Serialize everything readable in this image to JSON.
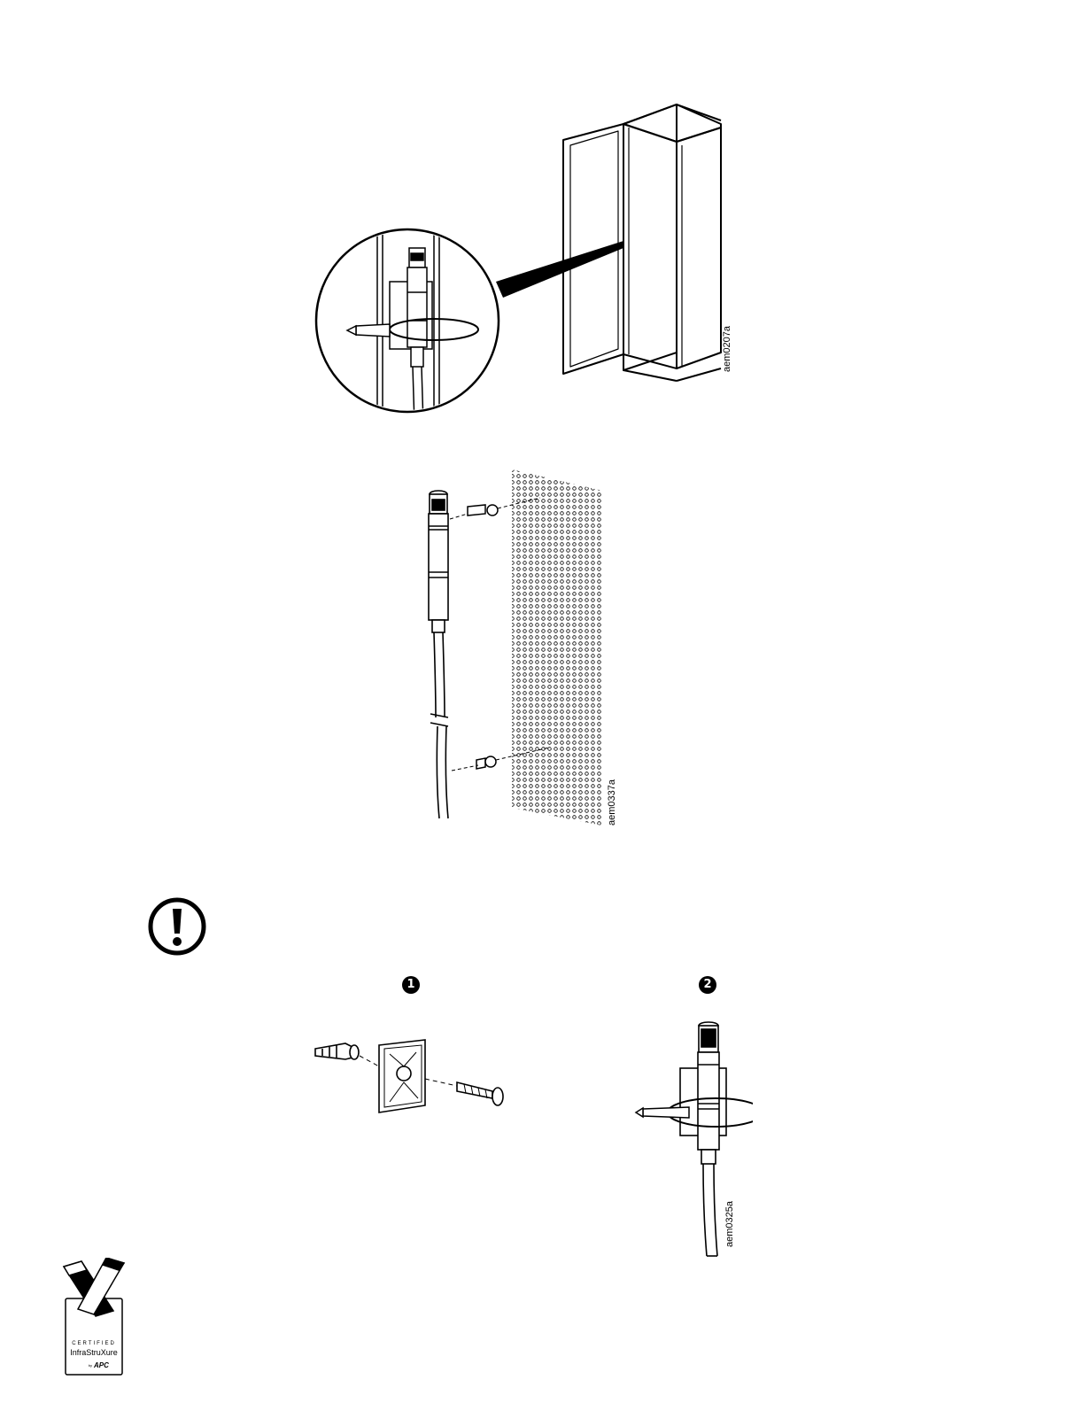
{
  "figures": {
    "rack_mount": {
      "id_label": "aem0207a"
    },
    "perforated_mount": {
      "id_label": "aem0337a"
    },
    "bracket_mount": {
      "id_label": "aem0325a"
    }
  },
  "steps": [
    {
      "number": "1"
    },
    {
      "number": "2"
    }
  ],
  "icons": {
    "caution": "caution-exclamation-icon"
  },
  "logo": {
    "certified": "CERTIFIED",
    "brand": "InfraStruXure",
    "by": "by",
    "maker": "APC"
  }
}
